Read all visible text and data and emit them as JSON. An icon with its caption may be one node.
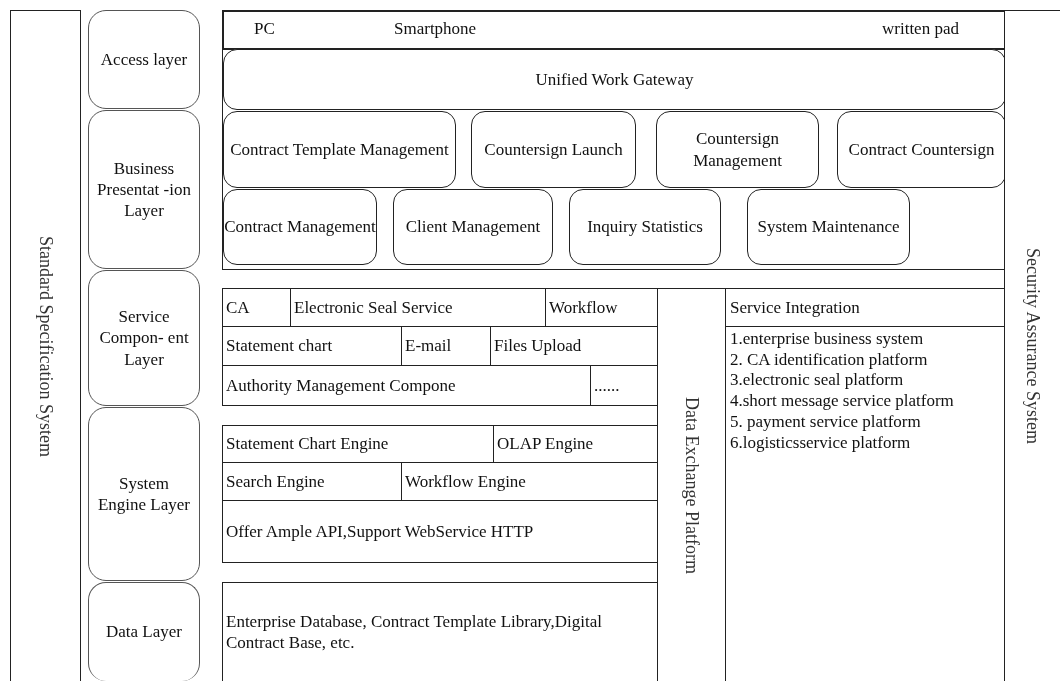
{
  "diagram": {
    "nodes": [
      {
        "text": [
          "Standard Specification System"
        ]
      },
      {
        "text": [
          "Access layer"
        ]
      },
      {
        "text": [
          "Business Presentat -ion Layer"
        ]
      },
      {
        "text": [
          "Service Compon- ent Layer"
        ]
      },
      {
        "text": [
          "System Engine Layer"
        ]
      },
      {
        "text": [
          "Data Layer"
        ]
      },
      {
        "text": [],
        "shape": "box"
      },
      {
        "text": [
          "PC",
          "Smartphone",
          "written pad"
        ],
        "in": 6
      },
      {
        "text": [
          "Unified Work Gateway"
        ],
        "in": 6
      },
      {
        "text": [
          "Contract Template Management"
        ],
        "in": 6
      },
      {
        "text": [
          "Countersign Launch"
        ],
        "in": 6
      },
      {
        "text": [
          "Countersign Management"
        ],
        "in": 6
      },
      {
        "text": [
          "Contract Countersign"
        ],
        "in": 6
      },
      {
        "text": [
          "Contract Management"
        ],
        "in": 6
      },
      {
        "text": [
          "Client Management"
        ],
        "in": 6
      },
      {
        "text": [
          "Inquiry Statistics"
        ],
        "in": 6
      },
      {
        "text": [
          "System Maintenance"
        ],
        "in": 6
      },
      {
        "text": [
          "CA"
        ]
      },
      {
        "text": [
          "Electronic Seal Service"
        ]
      },
      {
        "text": [
          "Workflow"
        ]
      },
      {
        "text": [
          "Statement chart"
        ]
      },
      {
        "text": [
          "E-mail"
        ]
      },
      {
        "text": [
          "Files Upload"
        ]
      },
      {
        "text": [
          "Authority Management Compone"
        ]
      },
      {
        "text": [
          "......"
        ]
      },
      {
        "text": [
          "Statement Chart Engine"
        ]
      },
      {
        "text": [
          "OLAP Engine"
        ]
      },
      {
        "text": [
          "Search Engine"
        ]
      },
      {
        "text": [
          "Workflow Engine"
        ]
      },
      {
        "text": [
          "Offer Ample API,Support WebService HTTP"
        ]
      },
      {
        "text": [
          "Enterprise Database, Contract Template Library,Digital Contract Base, etc."
        ]
      },
      {
        "text": [
          "Data Exchange Platform"
        ]
      },
      {
        "text": [
          "Service Integration",
          "1.enterprise business system",
          "2. CA identification platform",
          "3.electronic seal platform",
          "4.short message service platform",
          "5. payment service platform",
          "6.logisticsservice platform"
        ]
      },
      {
        "text": [
          "Security Assurance System"
        ]
      }
    ]
  }
}
